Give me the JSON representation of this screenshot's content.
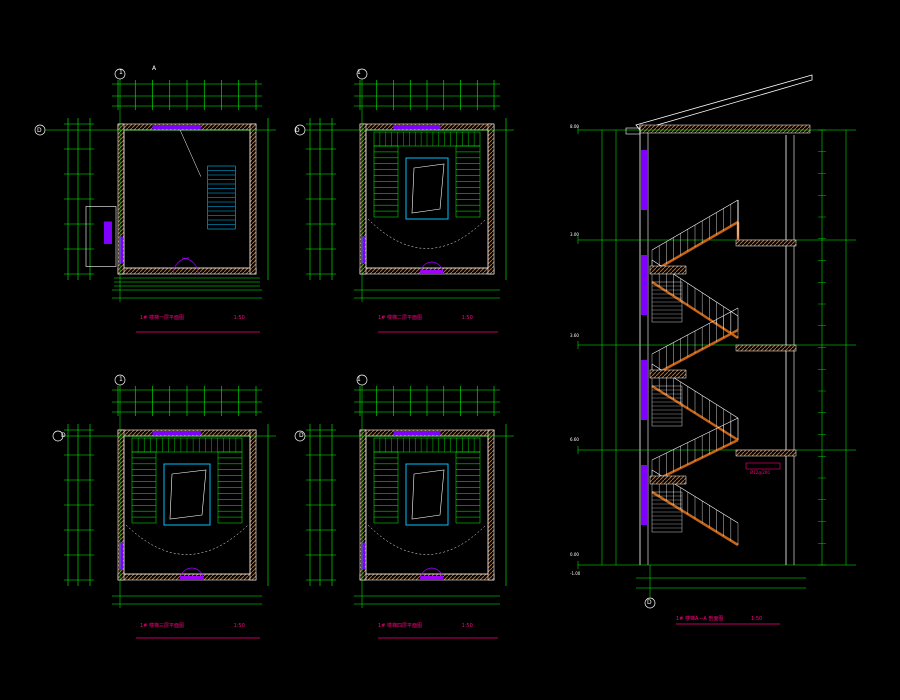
{
  "drawing": {
    "background": "#000000",
    "colors": {
      "wall": "#ffffff",
      "dim": "#00ff00",
      "hatch": "#c86414",
      "window": "#8000ff",
      "door": "#a000ff",
      "title": "#ff0080",
      "void": "#00c0ff",
      "axis_bubble": "#ffffff",
      "level_text": "#ffffff"
    }
  },
  "plans": [
    {
      "id": "plan-1",
      "title": "1# 楼梯一层平面图",
      "scale": "1:50",
      "axis_top": "1",
      "axis_left": "D",
      "section_mark": "A"
    },
    {
      "id": "plan-2",
      "title": "1# 楼梯二层平面图",
      "scale": "1:50",
      "axis_top": "1",
      "axis_left": "D"
    },
    {
      "id": "plan-3",
      "title": "1# 楼梯三层平面图",
      "scale": "1:50",
      "axis_top": "1",
      "axis_left": "D"
    },
    {
      "id": "plan-4",
      "title": "1# 楼梯四层平面图",
      "scale": "1:50",
      "axis_top": "1",
      "axis_left": "D"
    }
  ],
  "section": {
    "title": "1# 楼梯A—A 剖面图",
    "scale": "1:50",
    "axis_bottom": "D",
    "levels": [
      "8.00",
      "3.00",
      "3.60",
      "0.00",
      "-1.00",
      "6.60"
    ],
    "note": "Ø12@200"
  }
}
